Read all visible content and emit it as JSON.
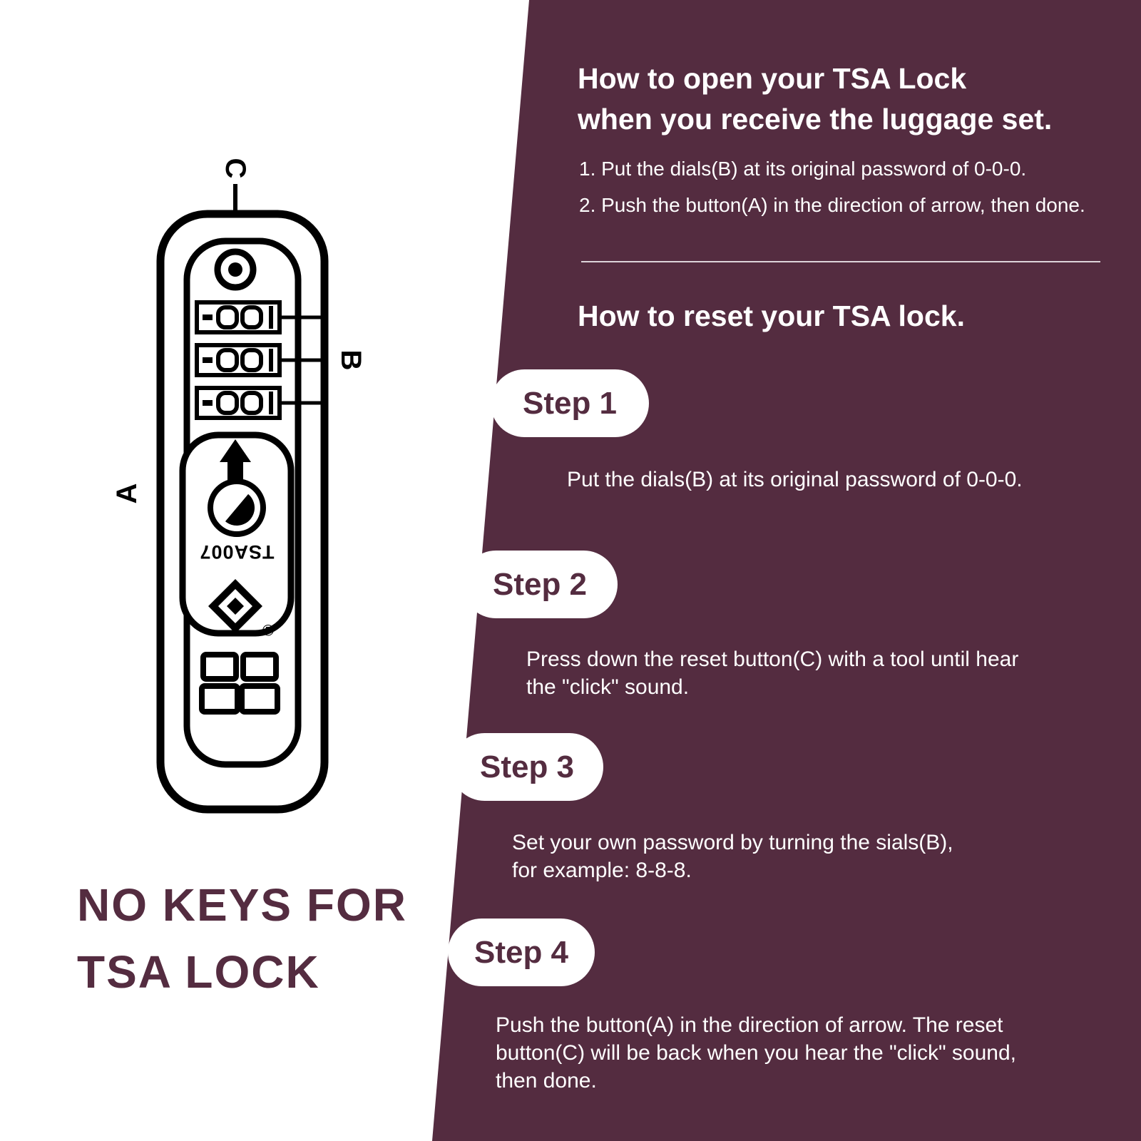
{
  "colors": {
    "panel": "#542c40",
    "ink": "#542c40",
    "light": "#ffffff"
  },
  "diagram": {
    "label_a": "A",
    "label_b": "B",
    "label_c": "C",
    "knob_text": "TSA007",
    "registered": "®",
    "caption_line1": "NO KEYS FOR",
    "caption_line2": "TSA LOCK"
  },
  "panel": {
    "open_title_line1": "How to open your TSA Lock",
    "open_title_line2": "when you receive the luggage set.",
    "open_items": [
      "1. Put the dials(B) at its original password of 0-0-0.",
      "2. Push the button(A) in the direction of arrow, then done."
    ],
    "reset_title": "How to reset your TSA lock.",
    "steps": [
      {
        "label": "Step 1",
        "text": "Put the dials(B) at its original password of 0-0-0."
      },
      {
        "label": "Step 2",
        "text": "Press down the reset button(C) with a tool until hear\nthe \"click\" sound."
      },
      {
        "label": "Step 3",
        "text": "Set your own password by turning the sials(B),\nfor example: 8-8-8."
      },
      {
        "label": "Step 4",
        "text": "Push the button(A) in the direction of arrow. The reset\nbutton(C) will be back when you hear the \"click\" sound,\nthen done."
      }
    ]
  }
}
